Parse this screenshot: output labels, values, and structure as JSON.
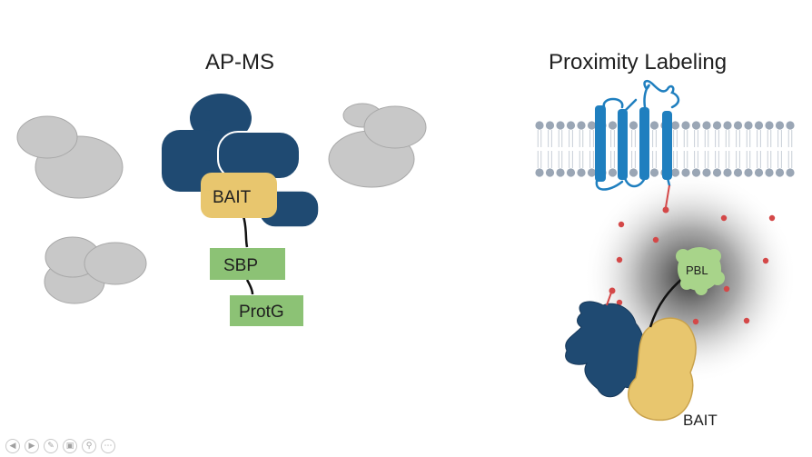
{
  "titles": {
    "left": "AP-MS",
    "right": "Proximity Labeling"
  },
  "apms": {
    "bait_label": "BAIT",
    "sbp_label": "SBP",
    "protg_label": "ProtG"
  },
  "proximity": {
    "pbl_label": "PBL",
    "bait_label": "BAIT"
  },
  "colors": {
    "navy": "#1f4a72",
    "bait_yellow": "#e8c66e",
    "tag_green": "#8cc275",
    "pbl_green": "#a8d48a",
    "grey_protein": "#c8c8c8",
    "membrane_blue": "#1f7fbf",
    "membrane_head": "#9aa6b5",
    "label_dot": "#d44848"
  },
  "toolbar": {
    "icons": [
      "prev-icon",
      "next-icon",
      "pen-icon",
      "slides-icon",
      "zoom-icon",
      "more-icon"
    ]
  }
}
